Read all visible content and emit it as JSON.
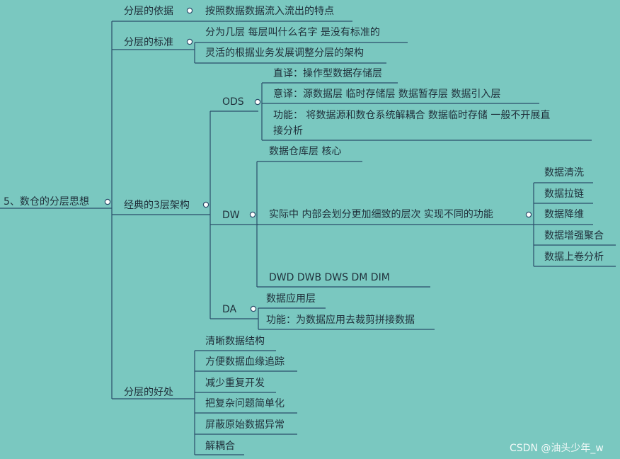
{
  "root": {
    "label": "5、数仓的分层思想"
  },
  "branches": {
    "basis": {
      "label": "分层的依据",
      "children": [
        "按照数据数据流入流出的特点"
      ]
    },
    "standard": {
      "label": "分层的标准",
      "children": [
        "分为几层  每层叫什么名字  是没有标准的",
        "灵活的根据业务发展调整分层的架构"
      ]
    },
    "classic": {
      "label": "经典的3层架构",
      "ods": {
        "label": "ODS",
        "children": [
          "直译：操作型数据存储层",
          "意译：源数据层  临时存储层  数据暂存层   数据引入层",
          "功能：   将数据源和数仓系统解耦合  数据临时存储   一般不开展直",
          "接分析"
        ]
      },
      "dw": {
        "label": "DW",
        "core": "数据仓库层    核心",
        "detail": "实际中  内部会划分更加细致的层次 实现不同的功能",
        "functions": [
          "数据清洗",
          "数据拉链",
          "数据降维",
          "数据增强聚合",
          "数据上卷分析"
        ],
        "sublayers": "DWD   DWB    DWS   DM    DIM"
      },
      "da": {
        "label": "DA",
        "children": [
          "数据应用层",
          "功能：为数据应用去裁剪拼接数据"
        ]
      }
    },
    "benefits": {
      "label": "分层的好处",
      "children": [
        "清晰数据结构",
        "方便数据血缘追踪",
        "减少重复开发",
        "把复杂问题简单化",
        "屏蔽原始数据异常",
        "解耦合"
      ]
    }
  },
  "watermark": "CSDN @油头少年_w",
  "colors": {
    "background": "#7ac8c0",
    "line": "#2b4d6a",
    "text": "#1f2f3a",
    "dot_fill": "#ffffff"
  }
}
